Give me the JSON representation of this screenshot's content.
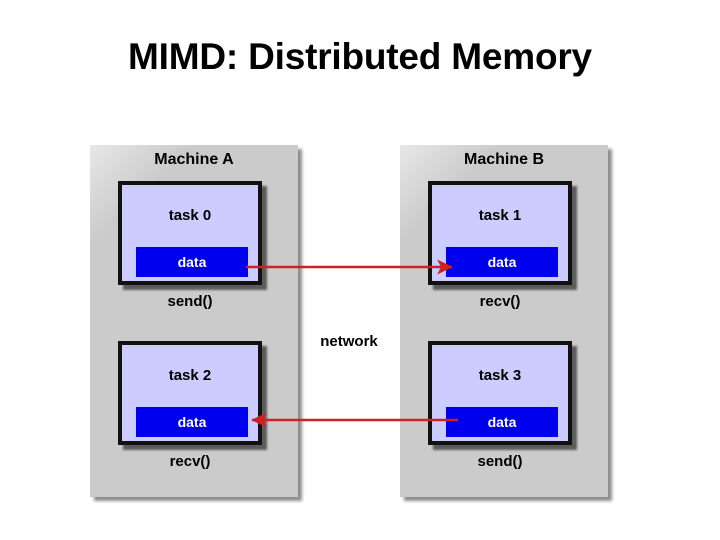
{
  "slide": {
    "title": "MIMD: Distributed Memory",
    "background_color": "#ffffff"
  },
  "colors": {
    "panel_fill": "#cbcbcb",
    "task_fill": "#ccccff",
    "task_border": "#111111",
    "data_fill": "#0000ee",
    "data_text": "#ffffff",
    "arrow": "#cc2222",
    "text": "#000000"
  },
  "diagram": {
    "network_label": "network",
    "machines": [
      {
        "name": "Machine A",
        "tasks": [
          {
            "task_label": "task 0",
            "data_label": "data",
            "call_label": "send()"
          },
          {
            "task_label": "task 2",
            "data_label": "data",
            "call_label": "recv()"
          }
        ]
      },
      {
        "name": "Machine B",
        "tasks": [
          {
            "task_label": "task 1",
            "data_label": "data",
            "call_label": "recv()"
          },
          {
            "task_label": "task 3",
            "data_label": "data",
            "call_label": "send()"
          }
        ]
      }
    ],
    "arrows": [
      {
        "name": "arrow-a-to-b",
        "direction": "right",
        "from": "task 0 data",
        "to": "task 1 data"
      },
      {
        "name": "arrow-b-to-a",
        "direction": "left",
        "from": "task 3 data",
        "to": "task 2 data"
      }
    ]
  }
}
